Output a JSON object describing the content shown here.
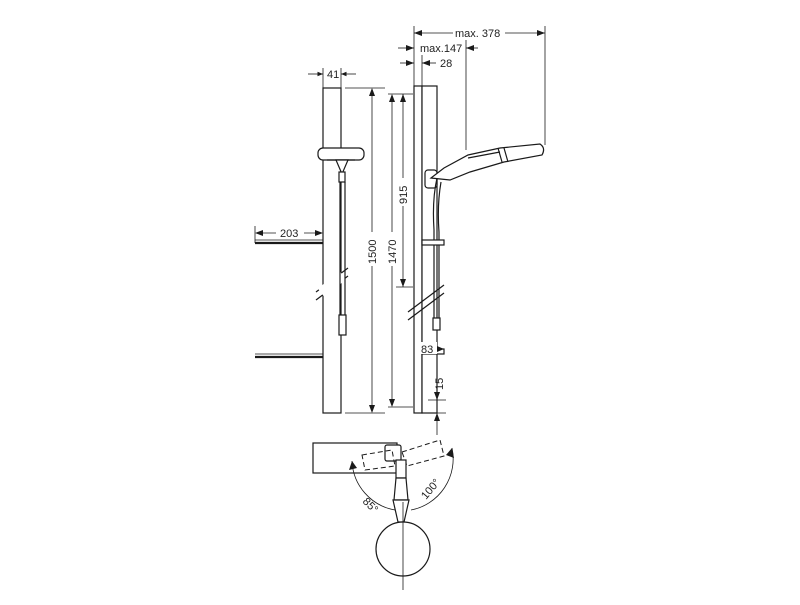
{
  "dimensions": {
    "max_378": "max. 378",
    "max_147": "max.147",
    "d28": "28",
    "d41": "41",
    "d915": "915",
    "d1500": "1500",
    "d1470": "1470",
    "d203": "203",
    "d83": "83",
    "d15": "15",
    "a85": "85°",
    "a100": "100°"
  }
}
